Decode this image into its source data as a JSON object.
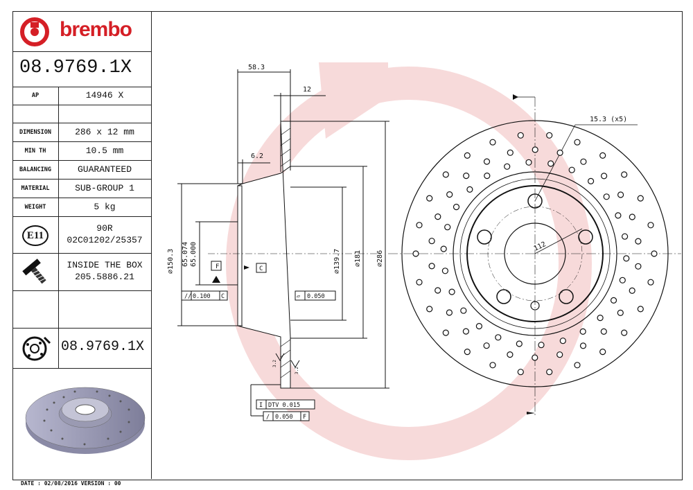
{
  "brand": {
    "name": "brembo",
    "color": "#d51f26"
  },
  "part_number": "08.9769.1X",
  "specs": [
    {
      "label": "AP",
      "value": "14946 X"
    },
    {
      "label": "",
      "value": ""
    },
    {
      "label": "DIMENSION",
      "value": "286 x 12 mm"
    },
    {
      "label": "MIN TH",
      "value": "10.5 mm"
    },
    {
      "label": "BALANCING",
      "value": "GUARANTEED"
    },
    {
      "label": "MATERIAL",
      "value": "SUB-GROUP 1"
    },
    {
      "label": "WEIGHT",
      "value": "5 kg"
    }
  ],
  "e11": {
    "badge": "E11",
    "line1": "90R",
    "line2": "02C01202/25357"
  },
  "screw": {
    "icon": "screw-icon",
    "line1": "INSIDE THE BOX",
    "line2": "205.5886.21"
  },
  "drilled_icon": "drilled-disc-icon",
  "part_number_bottom": "08.9769.1X",
  "footer": {
    "date_text": "DATE : 02/08/2016 VERSION : 00"
  },
  "dims": {
    "d58": "58.3",
    "d12": "12",
    "d62": "6.2",
    "d1503": "150.3",
    "d65074": "65.074",
    "d65000": "65.000",
    "d1397": "139.7",
    "d181": "181",
    "d286": "286",
    "holes": "15.3 (x5)",
    "pcd": "112",
    "datum_f": "F",
    "datum_c": "C",
    "tol_left": "0.100",
    "tol_left_ref": "C",
    "tol_right": "0.050",
    "dtv": "DTV 0.015",
    "par": "0.050",
    "par_ref": "F",
    "sf1": "3.2",
    "sf2": "3.2"
  }
}
